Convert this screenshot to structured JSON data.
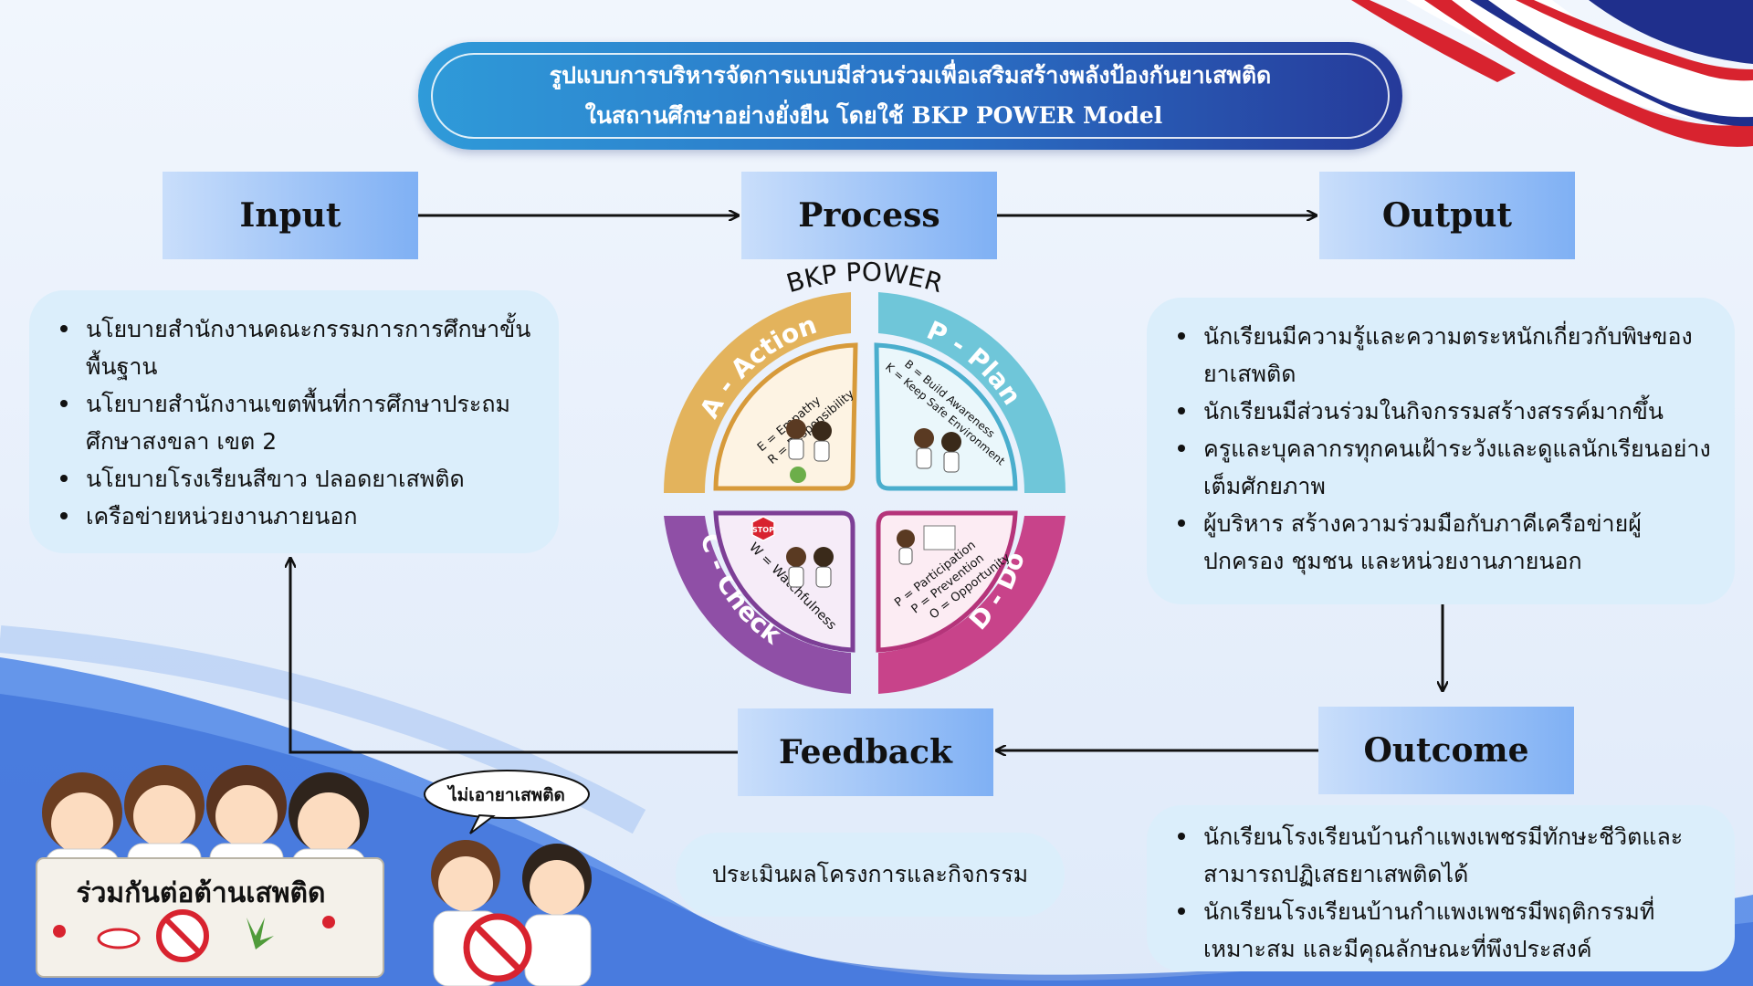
{
  "title": {
    "line1": "รูปแบบการบริหารจัดการแบบมีส่วนร่วมเพื่อเสริมสร้างพลังป้องกันยาเสพติด",
    "line2": "ในสถานศึกษาอย่างยั่งยืน โดยใช้ BKP POWER Model"
  },
  "stages": {
    "input": "Input",
    "process": "Process",
    "output": "Output",
    "feedback": "Feedback",
    "outcome": "Outcome"
  },
  "input_items": [
    "นโยบายสำนักงานคณะกรรมการการศึกษาขั้นพื้นฐาน",
    "นโยบายสำนักงานเขตพื้นที่การศึกษาประถมศึกษาสงขลา เขต 2",
    "นโยบายโรงเรียนสีขาว ปลอดยาเสพติด",
    "เครือข่ายหน่วยงานภายนอก"
  ],
  "output_items": [
    "นักเรียนมีความรู้และความตระหนักเกี่ยวกับพิษของยาเสพติด",
    "นักเรียนมีส่วนร่วมในกิจกรรมสร้างสรรค์มากขึ้น",
    "ครูและบุคลากรทุกคนเฝ้าระวังและดูแลนักเรียนอย่างเต็มศักยภาพ",
    "ผู้บริหาร สร้างความร่วมมือกับภาคีเครือข่ายผู้ปกครอง ชุมชน และหน่วยงานภายนอก"
  ],
  "outcome_items": [
    "นักเรียนโรงเรียนบ้านกำแพงเพชรมีทักษะชีวิตและสามารถปฏิเสธยาเสพติดได้",
    "นักเรียนโรงเรียนบ้านกำแพงเพชรมีพฤติกรรมที่เหมาะสม และมีคุณลักษณะที่พึงประสงค์"
  ],
  "feedback_text": "ประเมินผลโครงการและกิจกรรม",
  "cycle": {
    "heading": "BKP POWER",
    "segments": {
      "action": "A - Action",
      "plan": "P - Plan",
      "do": "D - Do",
      "check": "C - Check"
    },
    "quadrants": {
      "action": [
        "E = Empathy",
        "R = Responsibility"
      ],
      "plan": [
        "B = Build Awareness",
        "K = Keep Safe Environment"
      ],
      "check": [
        "W = Watchfulness"
      ],
      "do": [
        "P = Participation",
        "P = Prevention",
        "O = Opportunity"
      ]
    },
    "stop_sign": "STOP",
    "colors": {
      "action": "#e3b35c",
      "plan": "#6fc6d9",
      "do": "#c8438a",
      "check": "#8f4fa6"
    }
  },
  "illustration": {
    "banner": "ร่วมกันต่อต้านเสพติด",
    "bubble": "ไม่เอายาเสพติด"
  }
}
